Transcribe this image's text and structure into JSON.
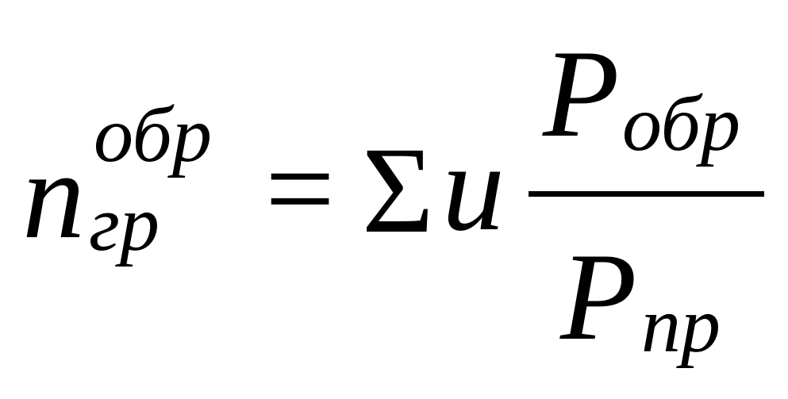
{
  "formula": {
    "lhs": {
      "symbol": "n",
      "superscript": "обр",
      "subscript": "гр"
    },
    "operator": "=",
    "sum_symbol": "Σ",
    "factor": "u",
    "fraction": {
      "numerator": {
        "symbol": "P",
        "subscript": "обр"
      },
      "denominator": {
        "symbol": "P",
        "subscript": "пр"
      }
    }
  }
}
